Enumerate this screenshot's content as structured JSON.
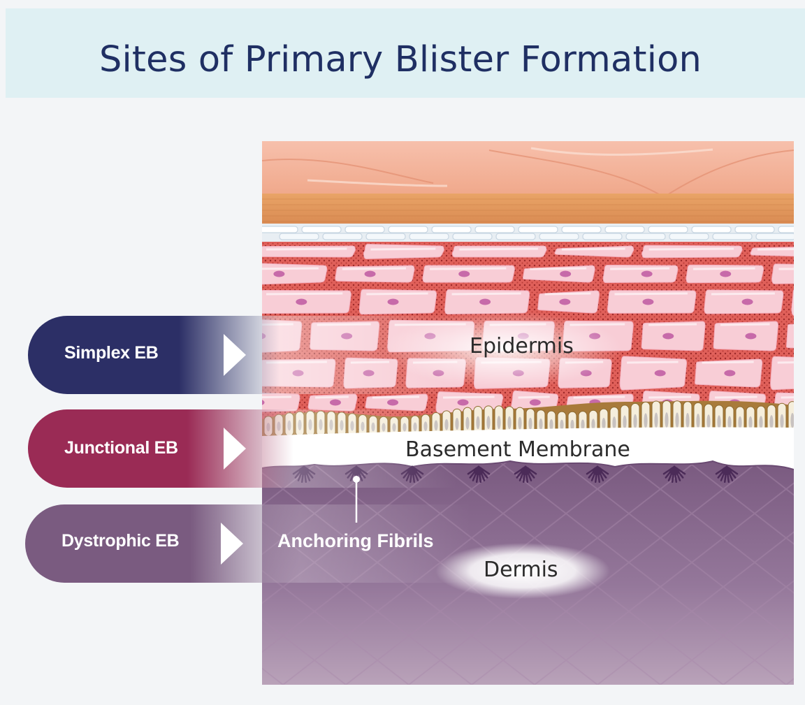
{
  "title": "Sites of Primary Blister Formation",
  "tabs": [
    {
      "label": "Simplex EB",
      "color": "#2c2f66"
    },
    {
      "label": "Junctional EB",
      "color": "#9a2b55"
    },
    {
      "label": "Dystrophic EB",
      "color": "#7a5b80"
    }
  ],
  "layers": {
    "epidermis": "Epidermis",
    "basement_membrane": "Basement Membrane",
    "anchoring_fibrils": "Anchoring Fibrils",
    "dermis": "Dermis"
  },
  "colors": {
    "title_band": "#dff0f3",
    "title_text": "#1f2f63",
    "stratum_corneum": "#f2b49a",
    "granular_layer": "#e39a5e",
    "cell_fill": "#f7c9d3",
    "cell_border": "#d5484a",
    "basal_cell": "#f4ecd8",
    "dermis": "#8a6b8c"
  }
}
